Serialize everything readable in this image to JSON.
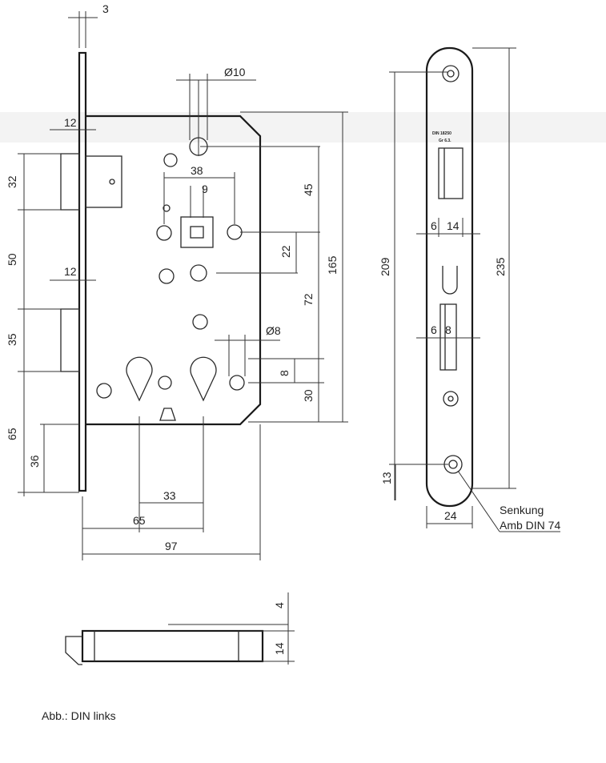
{
  "front_view": {
    "dims": {
      "faceplate_thickness": "3",
      "bolt_hole": "Ø10",
      "bolt_height_top": "12",
      "top_32": "32",
      "mid_50": "50",
      "bolt_height_mid": "12",
      "lower_35": "35",
      "bottom_65": "65",
      "bottom_36": "36",
      "hole_spacing": "38",
      "square_9": "9",
      "d45": "45",
      "d22": "22",
      "d165": "165",
      "d72": "72",
      "hole_8": "Ø8",
      "d8": "8",
      "d30": "30",
      "backset_33": "33",
      "backset_65": "65",
      "width_97": "97"
    }
  },
  "faceplate_view": {
    "stamp_line1": "DIN 18250",
    "stamp_line2": "Gr 6.3.",
    "dims": {
      "d209": "209",
      "d235": "235",
      "d6a": "6",
      "d14": "14",
      "d6b": "6",
      "d8": "8",
      "d13": "13",
      "d24": "24"
    },
    "note_line1": "Senkung",
    "note_line2": "Amb DIN 74"
  },
  "side_view": {
    "dims": {
      "d4": "4",
      "d14": "14"
    }
  },
  "caption": "Abb.: DIN links"
}
